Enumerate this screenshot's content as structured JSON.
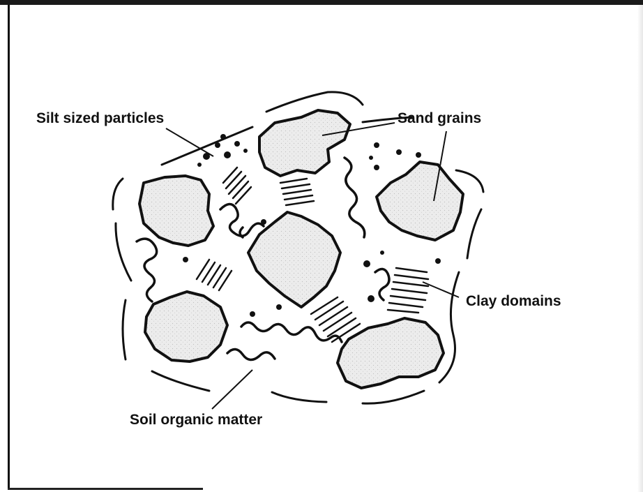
{
  "labels": {
    "silt": "Silt sized particles",
    "sand": "Sand grains",
    "clay": "Clay domains",
    "organic": "Soil organic matter"
  },
  "colors": {
    "ink": "#111111",
    "grain_fill": "#ececec",
    "background": "#ffffff"
  }
}
